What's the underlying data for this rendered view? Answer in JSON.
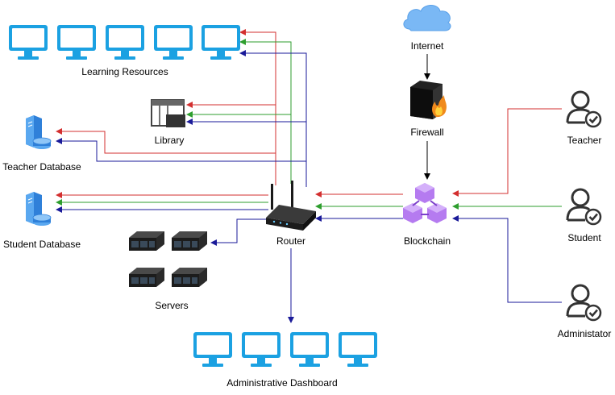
{
  "labels": {
    "learning_resources": "Learning Resources",
    "library": "Library",
    "teacher_database": "Teacher Database",
    "student_database": "Student Database",
    "servers": "Servers",
    "router": "Router",
    "administrative_dashboard": "Administrative Dashboard",
    "internet": "Internet",
    "firewall": "Firewall",
    "blockchain": "Blockchain",
    "teacher": "Teacher",
    "student": "Student",
    "administator": "Administator"
  },
  "colors": {
    "teacher_flow": "#d32f2f",
    "student_flow": "#2e9e2e",
    "admin_flow": "#1a1a99",
    "monitor": "#1ba1e2",
    "cloud": "#7ab8f5",
    "cube": "#b57bf0",
    "user_icon": "#333333"
  },
  "icons": {
    "monitor": "monitor-icon",
    "library": "library-window-icon",
    "database": "database-server-icon",
    "server": "rack-server-icon",
    "router": "router-icon",
    "cloud": "cloud-icon",
    "firewall": "firewall-icon",
    "blockchain": "blockchain-cubes-icon",
    "user": "user-check-icon"
  }
}
